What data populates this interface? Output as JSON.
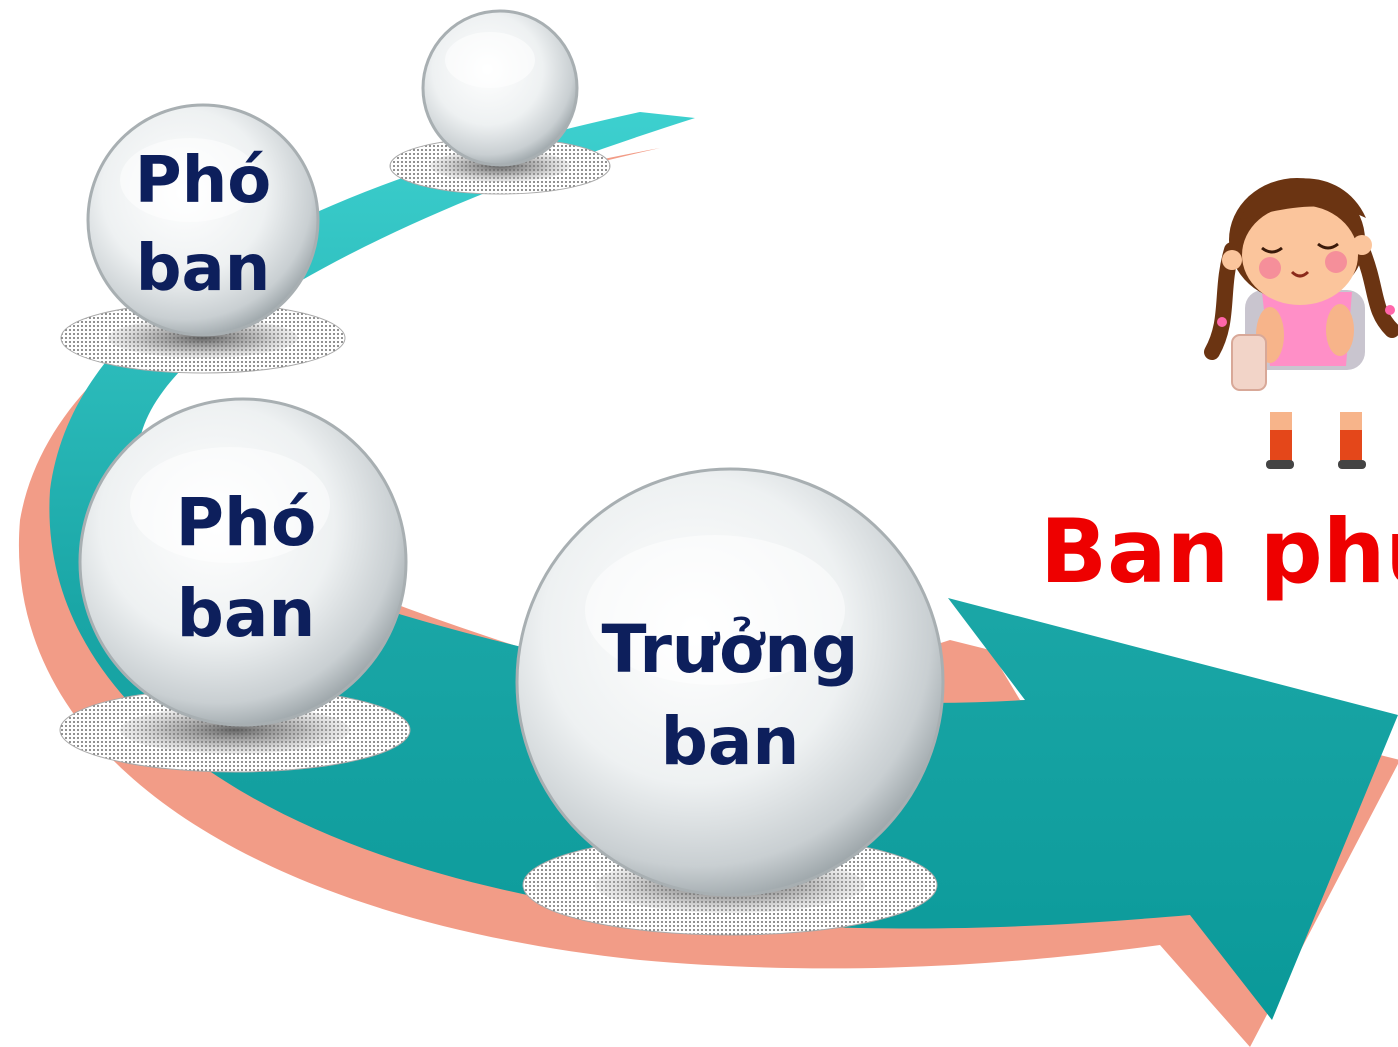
{
  "spheres": [
    {
      "id": "top",
      "label_lines": []
    },
    {
      "id": "upper",
      "label_lines": [
        "Phó",
        "ban"
      ]
    },
    {
      "id": "middle",
      "label_lines": [
        "Phó",
        "ban"
      ]
    },
    {
      "id": "main",
      "label_lines": [
        "Trưởng",
        "ban"
      ]
    }
  ],
  "title": "Ban phụ",
  "colors": {
    "arrow_teal": "#1fa8a8",
    "arrow_teal_light": "#34c9c9",
    "arrow_shadow": "#f29c87",
    "label_text": "#0d1f5c",
    "title_text": "#ee0000"
  },
  "illustration": "girl-with-backpack"
}
